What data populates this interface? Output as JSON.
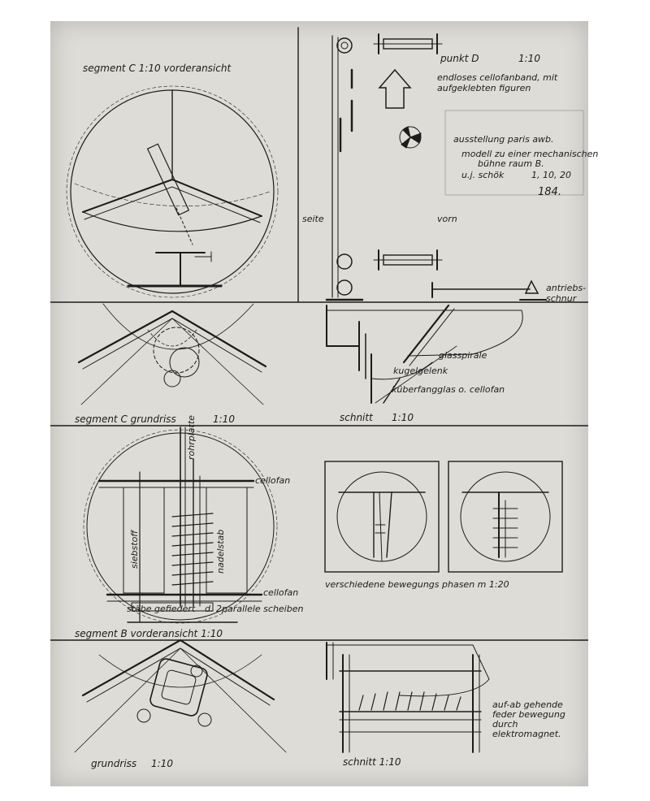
{
  "labels": {
    "seg_c_front": "segment C 1:10 vorderansicht",
    "punkt_d": "punkt D",
    "punkt_d_scale": "1:10",
    "band_line1": "endloses cellofanband, mit",
    "band_line2": "aufgeklebten figuren",
    "expo_line1": "ausstellung paris awb.",
    "expo_line2": "modell zu einer mechanischen",
    "expo_line3": "bühne raum B.",
    "expo_line4": "u.j. schök",
    "expo_date": "1, 10, 20",
    "expo_number": "184.",
    "seite": "seite",
    "vorn": "vorn",
    "antrieb": "antriebs-schnur",
    "glasspirale": "glasspirale",
    "kugelgelenk": "kugelgelenk",
    "kugel": "küberfangglas o. cellofan",
    "seg_c_grundriss": "segment C grundriss",
    "seg_c_grundriss_scale": "1:10",
    "schnitt_top": "schnitt",
    "schnitt_top_scale": "1:10",
    "rohrplatte": "rohrplatte",
    "cellofan_1": "cellofan",
    "cellofan_2": "cellofan",
    "siebstoff": "siebstoff",
    "nadelstab": "nadelstab",
    "stabe": "stäbe gefiedert",
    "parallel": "d. 2parallele scheiben",
    "phasen": "verschiedene bewegungs phasen m 1:20",
    "seg_b_front": "segment B vorderansicht 1:10",
    "auf_line1": "auf-ab gehende",
    "auf_line2": "feder bewegung",
    "auf_line3": "durch",
    "auf_line4": "elektromagnet.",
    "grundriss": "grundriss",
    "grundriss_scale": "1:10",
    "schnitt_bottom": "schnitt 1:10"
  },
  "colors": {
    "paper": "#dedcd7",
    "ink": "#1c1c1c",
    "background": "#ffffff"
  }
}
